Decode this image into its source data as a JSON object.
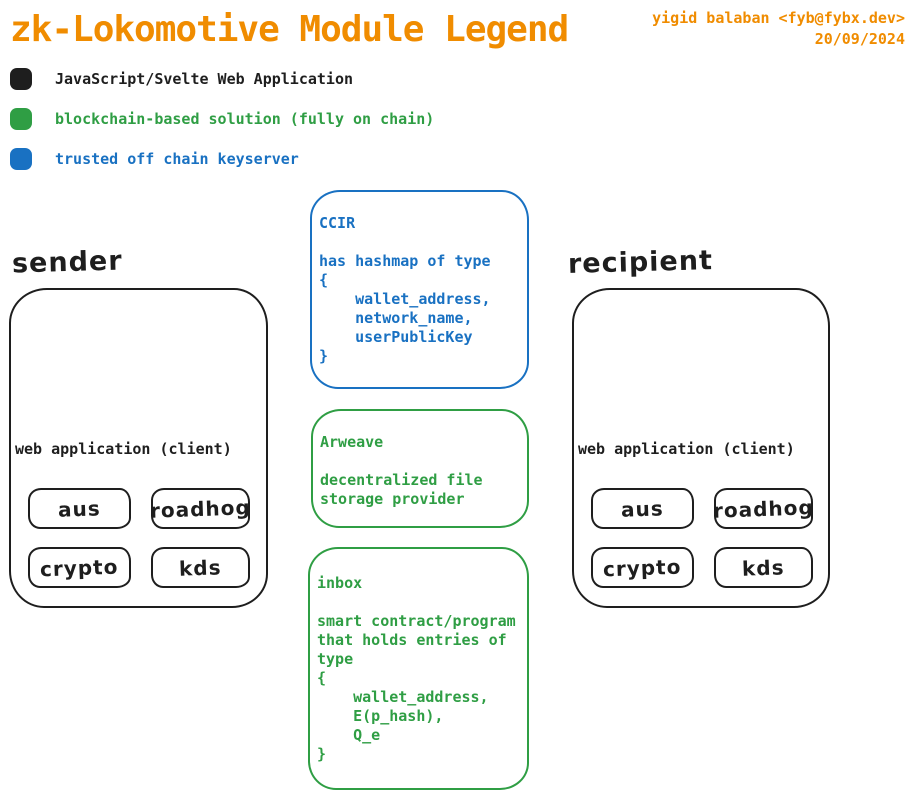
{
  "header": {
    "title": "zk-Lokomotive Module Legend",
    "author": "yigid balaban <fyb@fybx.dev>",
    "date": "20/09/2024"
  },
  "colors": {
    "orange": "#f08c00",
    "black": "#1e1e1e",
    "green": "#2f9e44",
    "blue": "#1971c2"
  },
  "legend": {
    "items": [
      {
        "label": "JavaScript/Svelte Web Application",
        "color": "#1e1e1e"
      },
      {
        "label": "blockchain-based solution (fully on chain)",
        "color": "#2f9e44"
      },
      {
        "label": "trusted off chain keyserver",
        "color": "#1971c2"
      }
    ]
  },
  "sender": {
    "label": "sender",
    "inner_title": "web application (client)",
    "modules": [
      "aus",
      "roadhog",
      "crypto",
      "kds"
    ]
  },
  "recipient": {
    "label": "recipient",
    "inner_title": "web application (client)",
    "modules": [
      "aus",
      "roadhog",
      "crypto",
      "kds"
    ]
  },
  "notes": {
    "ccir": {
      "title": "CCIR",
      "body": "has hashmap of type\n{\n    wallet_address,\n    network_name,\n    userPublicKey\n}"
    },
    "arweave": {
      "title": "Arweave",
      "body": "decentralized file\nstorage provider"
    },
    "inbox": {
      "title": "inbox",
      "body": "smart contract/program\nthat holds entries of\ntype\n{\n    wallet_address,\n    E(p_hash),\n    Q_e\n}"
    }
  }
}
